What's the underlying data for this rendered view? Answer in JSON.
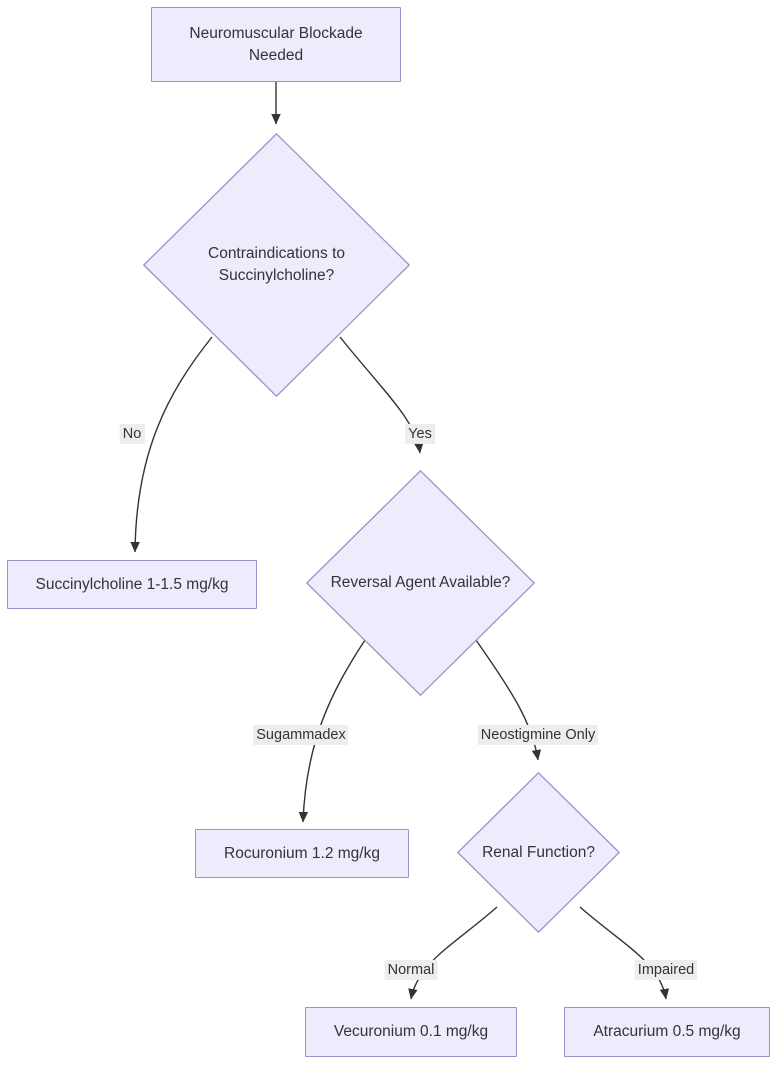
{
  "diagram": {
    "title": "Neuromuscular Blockade Decision Flowchart",
    "type": "flowchart",
    "direction": "top-down",
    "background_color": "#ffffff",
    "node_fill_color": "#ececfc",
    "node_border_color": "#9b93c7",
    "node_text_color": "#333338",
    "edge_color": "#333333",
    "edge_label_background": "#ededed"
  },
  "nodes": [
    {
      "id": "start",
      "shape": "rect",
      "label": "Neuromuscular Blockade Needed",
      "lines": [
        "Neuromuscular Blockade",
        "Needed"
      ]
    },
    {
      "id": "contraindications",
      "shape": "diamond",
      "label": "Contraindications to Succinylcholine?",
      "lines": [
        "Contraindications to",
        "Succinylcholine?"
      ]
    },
    {
      "id": "succinylcholine",
      "shape": "rect",
      "label": "Succinylcholine 1-1.5 mg/kg",
      "lines": [
        "Succinylcholine 1-1.5 mg/kg"
      ]
    },
    {
      "id": "reversal",
      "shape": "diamond",
      "label": "Reversal Agent Available?",
      "lines": [
        "Reversal Agent Available?"
      ]
    },
    {
      "id": "rocuronium",
      "shape": "rect",
      "label": "Rocuronium 1.2 mg/kg",
      "lines": [
        "Rocuronium 1.2 mg/kg"
      ]
    },
    {
      "id": "renal",
      "shape": "diamond",
      "label": "Renal Function?",
      "lines": [
        "Renal Function?"
      ]
    },
    {
      "id": "vecuronium",
      "shape": "rect",
      "label": "Vecuronium 0.1 mg/kg",
      "lines": [
        "Vecuronium 0.1 mg/kg"
      ]
    },
    {
      "id": "atracurium",
      "shape": "rect",
      "label": "Atracurium 0.5 mg/kg",
      "lines": [
        "Atracurium 0.5 mg/kg"
      ]
    }
  ],
  "edges": [
    {
      "from": "start",
      "to": "contraindications",
      "label": ""
    },
    {
      "from": "contraindications",
      "to": "succinylcholine",
      "label": "No"
    },
    {
      "from": "contraindications",
      "to": "reversal",
      "label": "Yes"
    },
    {
      "from": "reversal",
      "to": "rocuronium",
      "label": "Sugammadex"
    },
    {
      "from": "reversal",
      "to": "renal",
      "label": "Neostigmine Only"
    },
    {
      "from": "renal",
      "to": "vecuronium",
      "label": "Normal"
    },
    {
      "from": "renal",
      "to": "atracurium",
      "label": "Impaired"
    }
  ]
}
